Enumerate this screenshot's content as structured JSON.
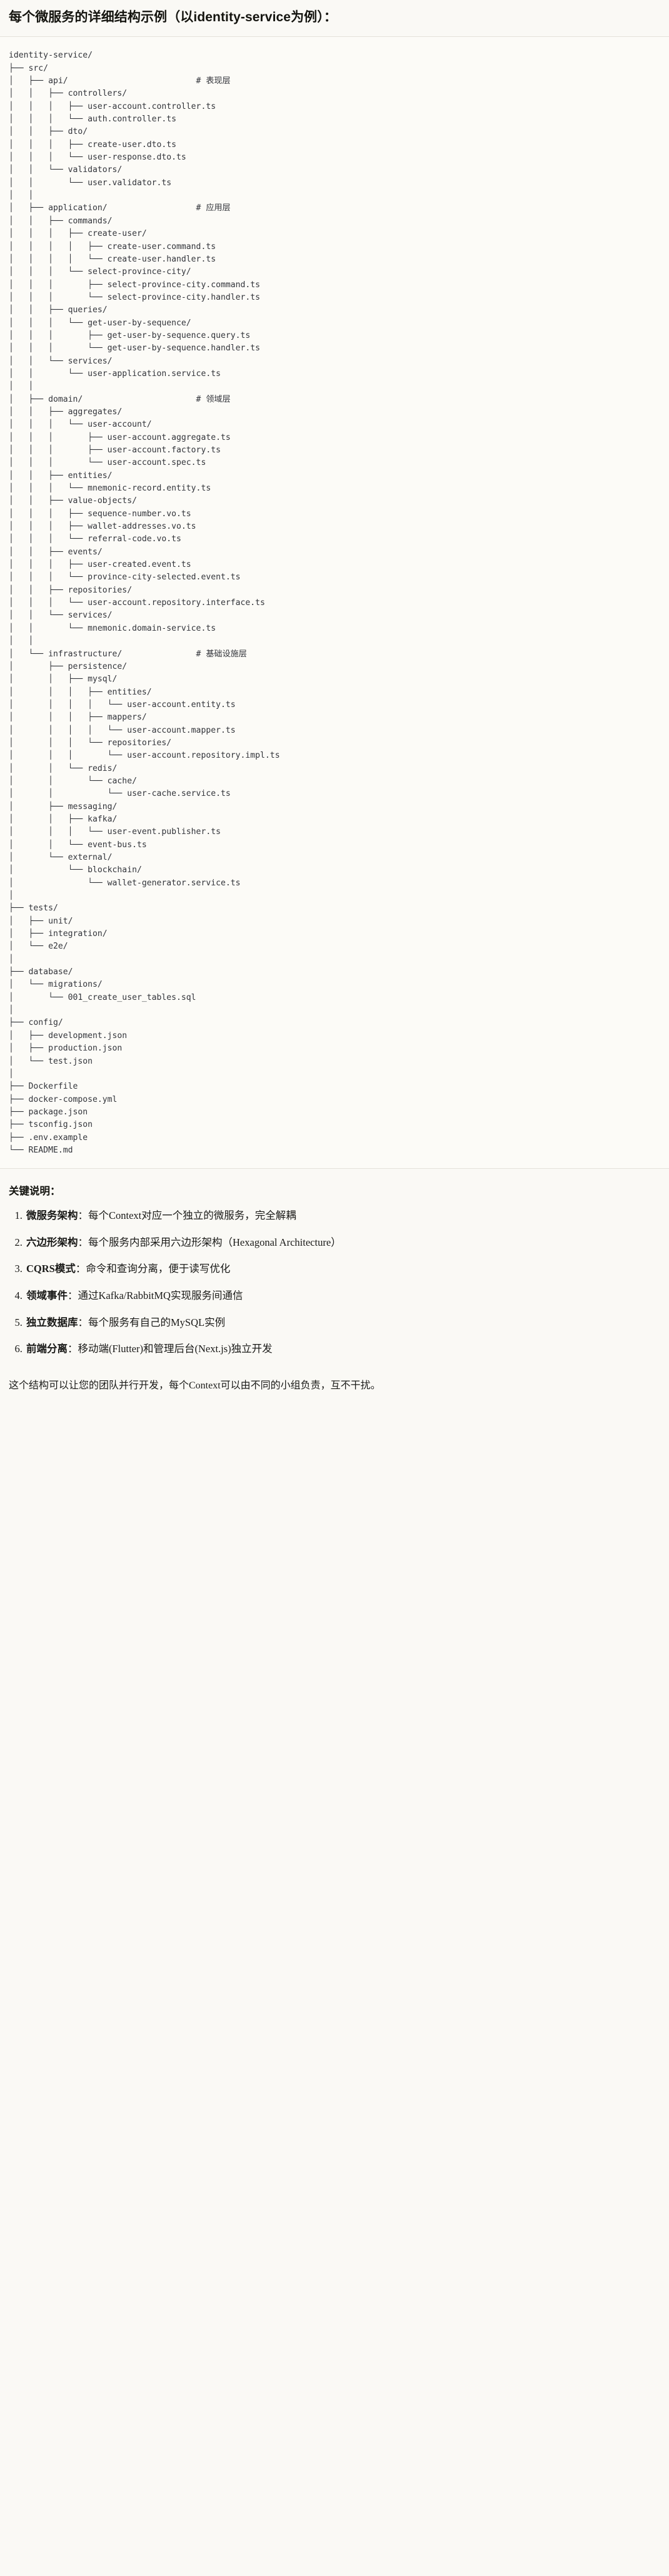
{
  "document": {
    "title_cn_prefix": "每个微服务的详细结构示例",
    "title_paren": "（以identity-service为例）：",
    "title_full": "每个微服务的详细结构示例（以identity-service为例）："
  },
  "code_block": {
    "language": "text",
    "root": "identity-service/",
    "comments": {
      "api": "# 表现层",
      "application": "# 应用层",
      "domain": "# 领域层",
      "infrastructure": "# 基础设施层"
    },
    "lines": [
      "identity-service/",
      "├── src/",
      "│   ├── api/                          # 表现层",
      "│   │   ├── controllers/",
      "│   │   │   ├── user-account.controller.ts",
      "│   │   │   └── auth.controller.ts",
      "│   │   ├── dto/",
      "│   │   │   ├── create-user.dto.ts",
      "│   │   │   └── user-response.dto.ts",
      "│   │   └── validators/",
      "│   │       └── user.validator.ts",
      "│   │",
      "│   ├── application/                  # 应用层",
      "│   │   ├── commands/",
      "│   │   │   ├── create-user/",
      "│   │   │   │   ├── create-user.command.ts",
      "│   │   │   │   └── create-user.handler.ts",
      "│   │   │   └── select-province-city/",
      "│   │   │       ├── select-province-city.command.ts",
      "│   │   │       └── select-province-city.handler.ts",
      "│   │   ├── queries/",
      "│   │   │   └── get-user-by-sequence/",
      "│   │   │       ├── get-user-by-sequence.query.ts",
      "│   │   │       └── get-user-by-sequence.handler.ts",
      "│   │   └── services/",
      "│   │       └── user-application.service.ts",
      "│   │",
      "│   ├── domain/                       # 领域层",
      "│   │   ├── aggregates/",
      "│   │   │   └── user-account/",
      "│   │   │       ├── user-account.aggregate.ts",
      "│   │   │       ├── user-account.factory.ts",
      "│   │   │       └── user-account.spec.ts",
      "│   │   ├── entities/",
      "│   │   │   └── mnemonic-record.entity.ts",
      "│   │   ├── value-objects/",
      "│   │   │   ├── sequence-number.vo.ts",
      "│   │   │   ├── wallet-addresses.vo.ts",
      "│   │   │   └── referral-code.vo.ts",
      "│   │   ├── events/",
      "│   │   │   ├── user-created.event.ts",
      "│   │   │   └── province-city-selected.event.ts",
      "│   │   ├── repositories/",
      "│   │   │   └── user-account.repository.interface.ts",
      "│   │   └── services/",
      "│   │       └── mnemonic.domain-service.ts",
      "│   │",
      "│   └── infrastructure/               # 基础设施层",
      "│       ├── persistence/",
      "│       │   ├── mysql/",
      "│       │   │   ├── entities/",
      "│       │   │   │   └── user-account.entity.ts",
      "│       │   │   ├── mappers/",
      "│       │   │   │   └── user-account.mapper.ts",
      "│       │   │   └── repositories/",
      "│       │   │       └── user-account.repository.impl.ts",
      "│       │   └── redis/",
      "│       │       └── cache/",
      "│       │           └── user-cache.service.ts",
      "│       ├── messaging/",
      "│       │   ├── kafka/",
      "│       │   │   └── user-event.publisher.ts",
      "│       │   └── event-bus.ts",
      "│       └── external/",
      "│           └── blockchain/",
      "│               └── wallet-generator.service.ts",
      "│",
      "├── tests/",
      "│   ├── unit/",
      "│   ├── integration/",
      "│   └── e2e/",
      "│",
      "├── database/",
      "│   └── migrations/",
      "│       └── 001_create_user_tables.sql",
      "│",
      "├── config/",
      "│   ├── development.json",
      "│   ├── production.json",
      "│   └── test.json",
      "│",
      "├── Dockerfile",
      "├── docker-compose.yml",
      "├── package.json",
      "├── tsconfig.json",
      "├── .env.example",
      "└── README.md"
    ]
  },
  "keys": {
    "title": "关键说明：",
    "items": [
      {
        "term": "微服务架构",
        "sep": "：",
        "body": "每个Context对应一个独立的微服务，完全解耦"
      },
      {
        "term": "六边形架构",
        "sep": "：",
        "body": "每个服务内部采用六边形架构（Hexagonal Architecture）"
      },
      {
        "term": "CQRS模式",
        "sep": "：",
        "body": "命令和查询分离，便于读写优化"
      },
      {
        "term": "领域事件",
        "sep": "：",
        "body": "通过Kafka/RabbitMQ实现服务间通信"
      },
      {
        "term": "独立数据库",
        "sep": "：",
        "body": "每个服务有自己的MySQL实例"
      },
      {
        "term": "前端分离",
        "sep": "：",
        "body": "移动端(Flutter)和管理后台(Next.js)独立开发"
      }
    ],
    "closing": "这个结构可以让您的团队并行开发，每个Context可以由不同的小组负责，互不干扰。"
  },
  "colors": {
    "page_bg": "#faf9f5",
    "code_bg": "#fcfbf7",
    "code_border": "#e4e2da",
    "text": "#1a1a18",
    "code_text": "#32343a"
  }
}
